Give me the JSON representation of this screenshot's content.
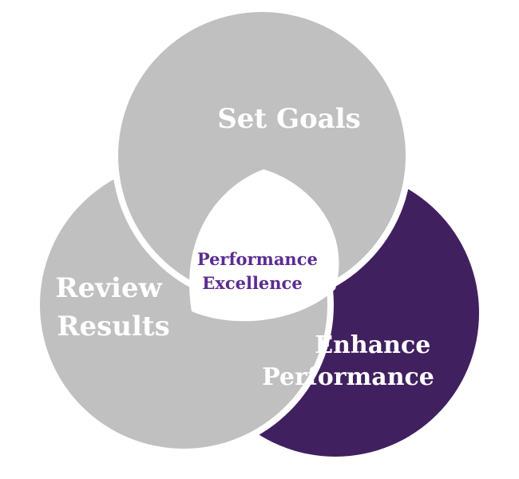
{
  "diagram": {
    "segments": [
      {
        "id": "set-goals",
        "lines": [
          "Set Goals"
        ],
        "color": "#c0c0c0"
      },
      {
        "id": "review-results",
        "lines": [
          "Review",
          "Results"
        ],
        "color": "#c0c0c0"
      },
      {
        "id": "enhance-performance",
        "lines": [
          "Enhance",
          "Performance"
        ],
        "color": "#41205f"
      }
    ],
    "center": {
      "lines": [
        "Performance",
        "Excellence"
      ],
      "color": "#5b2c91"
    },
    "text_color": "#ffffff",
    "gap_color": "#ffffff"
  }
}
